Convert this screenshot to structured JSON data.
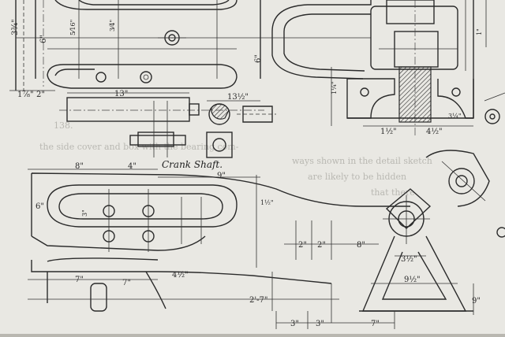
{
  "drawing": {
    "title": "Crank Shaft.",
    "background_color": "#e9e8e3",
    "ink_color": "#2b2b2b"
  },
  "dimensions": {
    "top_left": [
      "1⁷⁄₈\"",
      "2\"",
      "3¾\"",
      "6\""
    ],
    "crank_13": "13\"",
    "crank_13_half": "13½\"",
    "shaft_8": "8\"",
    "shaft_4": "4\"",
    "shaft_9": "9\"",
    "shaft_6": "6\"",
    "strap_7a": "7\"",
    "strap_7b": "7\"",
    "strap_2_7": "2'-7\"",
    "strap_4_half": "4½\"",
    "bearing_1_half": "1½\"",
    "bearing_4_half": "4½\"",
    "bearing_3_4": "3¼\"",
    "bearing_9": "9\"",
    "bearing_6": "6\"",
    "foot_8": "8\"",
    "foot_2a": "2\"",
    "foot_2b": "2\"",
    "base_3a": "3\"",
    "base_3b": "3\"",
    "base_7": "7\"",
    "base_3_half": "3½\"",
    "base_9_half": "9½\"",
    "frac_a": "5⁄16\"",
    "frac_b": "3⁄4\"",
    "frac_c": "1¼\"",
    "frac_d": "1\"",
    "frac_e": "3\"",
    "frac_f": "1½\""
  },
  "background_text": {
    "para_number": "138.",
    "line_1": "the side cover and box with the bearing com-",
    "line_2": "ways shown in the detail sketch",
    "line_3": "are likely to be hidden",
    "line_4": "that there"
  }
}
